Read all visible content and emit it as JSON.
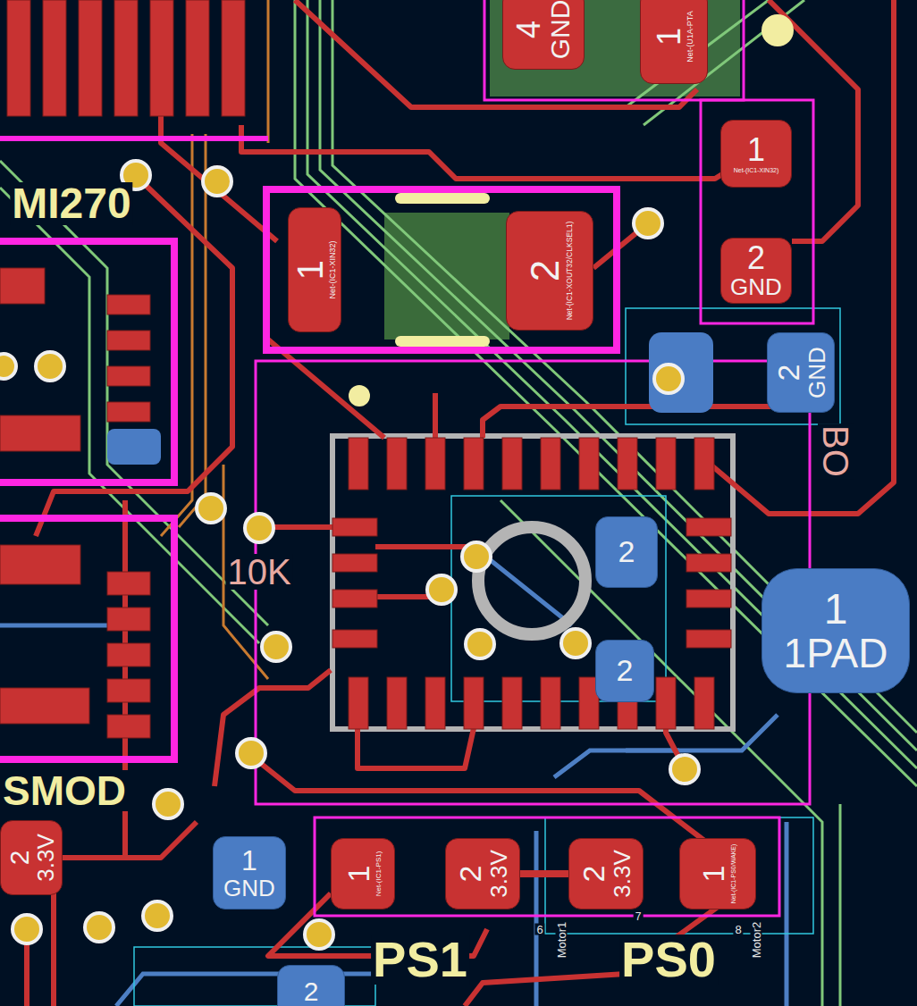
{
  "diagram": {
    "nodes": [
      {
        "text": [
          "1",
          "Net-(IC1-XIN32)"
        ]
      },
      {
        "text": [
          "2",
          "Net-(IC1-XOUT32/CLKSEL1)"
        ]
      },
      {
        "text": [
          "4",
          "GND"
        ]
      },
      {
        "text": [
          "1",
          "Net-(U1A-PTA"
        ]
      },
      {
        "text": [
          "1",
          "Net-(IC1-XIN32)"
        ]
      },
      {
        "text": [
          "2",
          "GND"
        ]
      },
      {
        "text": [
          "2",
          "GND"
        ]
      },
      {
        "text": [
          "2"
        ]
      },
      {
        "text": [
          "2"
        ]
      },
      {
        "text": [
          "1",
          "1PAD"
        ]
      },
      {
        "text": [
          "2",
          "3.3V"
        ]
      },
      {
        "text": [
          "1",
          "GND"
        ]
      },
      {
        "text": [
          "1",
          "Net-(IC1-PS1)"
        ]
      },
      {
        "text": [
          "2",
          "3.3V"
        ]
      },
      {
        "text": [
          "2",
          "3.3V"
        ]
      },
      {
        "text": [
          "1",
          "Net-(IC1-PS0/WAKE)"
        ]
      },
      {
        "text": [
          "2"
        ]
      }
    ],
    "edges": [
      {
        "from": 13,
        "to": 14,
        "arrow": "none"
      }
    ],
    "labels": [
      "MI270",
      "10K",
      "SMOD",
      "PS1",
      "PS0",
      "6",
      "Motor1",
      "7",
      "8",
      "Motor2",
      "BO"
    ]
  }
}
